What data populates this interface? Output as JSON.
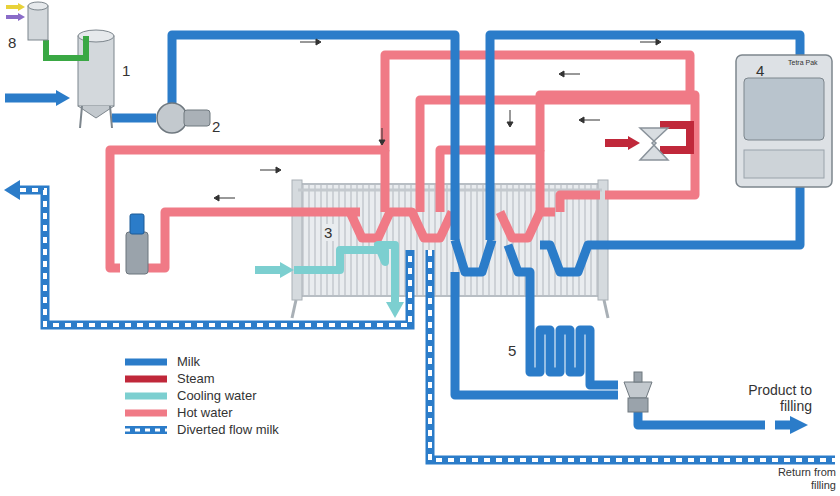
{
  "diagram": {
    "labels": [
      "8",
      "1",
      "2",
      "3",
      "4",
      "5",
      "Tetra Pak",
      "Product to filling",
      "Return from filling"
    ],
    "legend": [
      {
        "text": "Milk",
        "color": "#2b7cc9"
      },
      {
        "text": "Steam",
        "color": "#c0283a"
      },
      {
        "text": "Cooling water",
        "color": "#7ccfd0"
      },
      {
        "text": "Hot water",
        "color": "#f07a86"
      },
      {
        "text": "Diverted flow milk"
      }
    ]
  }
}
